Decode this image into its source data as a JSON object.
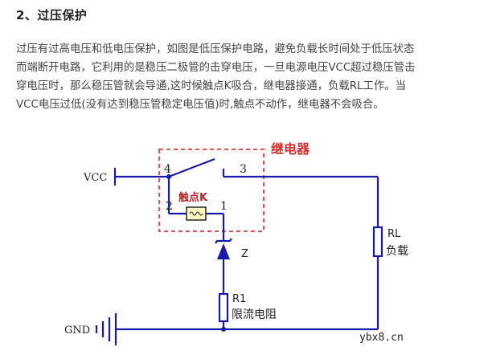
{
  "article": {
    "heading": "2、过压保护",
    "paragraph_lines": [
      "过压有过高电压和低电压保护，如图是低压保护电路，避免负载长时间处于低压状态",
      "而端断开电路，它利用的是稳压二极管的击穿电压，一旦电源电压VCC超过稳压管击",
      "穿电压时，那么稳压管就会导通,这时候触点K吸合，继电器接通，负载RL工作。当",
      "VCC电压过低(没有达到稳压管稳定电压值)时,触点不动作，继电器不会吸合。"
    ]
  },
  "diagram": {
    "vcc_label": "VCC",
    "gnd_label": "GND",
    "relay_title": "继电器",
    "contact_label": "触点K",
    "pin_4": "4",
    "pin_3": "3",
    "pin_2": "2",
    "pin_1": "1",
    "zener_label": "Z",
    "r1_label": "R1",
    "r1_desc": "限流电阻",
    "rl_label": "RL",
    "rl_desc": "负载",
    "colors": {
      "wire": "#1a1aa8",
      "relay_box": "#e05050",
      "relay_title": "#d03030",
      "contact_label": "#c02020",
      "coil_fill": "#fff8c0",
      "text_dark": "#222222"
    }
  },
  "watermark": "ybx8.cn"
}
